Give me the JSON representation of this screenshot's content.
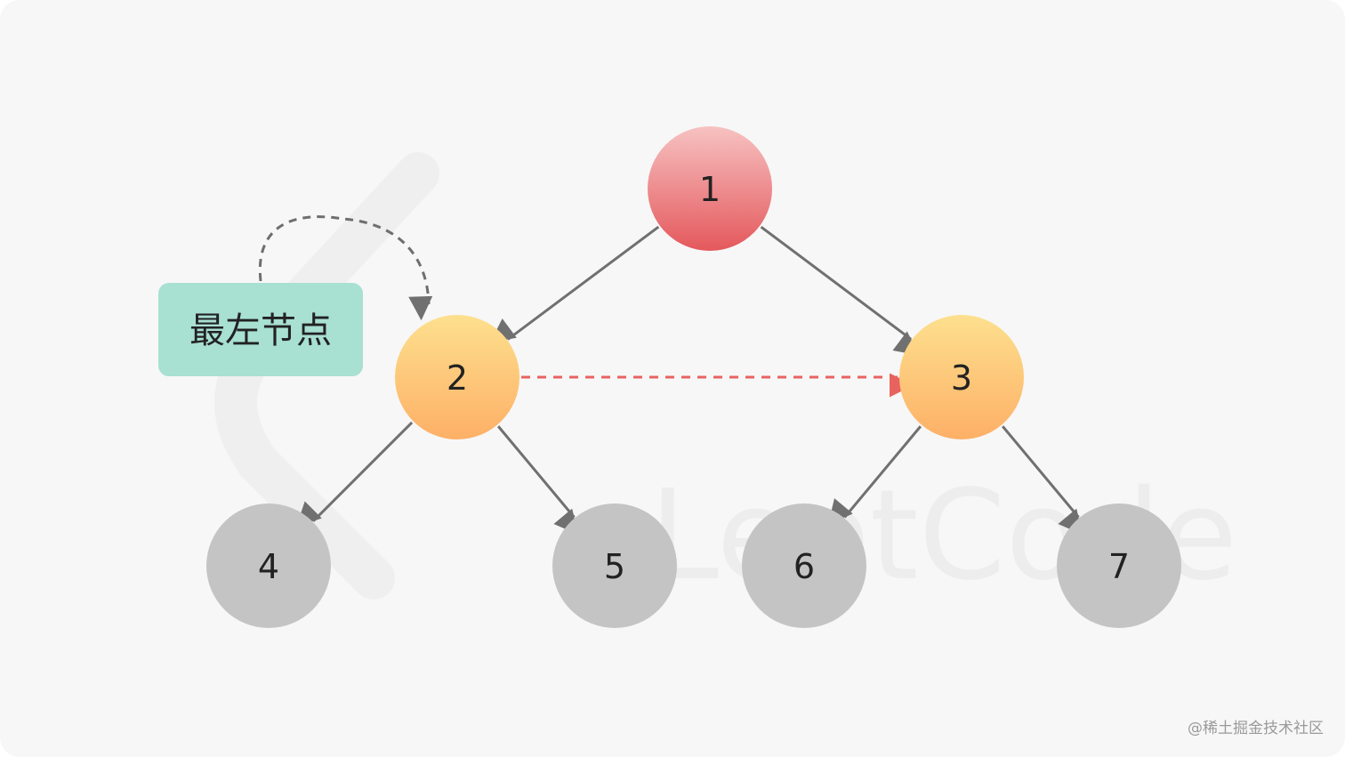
{
  "diagram": {
    "nodes": [
      {
        "id": "n1",
        "label": "1",
        "level": "root"
      },
      {
        "id": "n2",
        "label": "2",
        "level": "middle"
      },
      {
        "id": "n3",
        "label": "3",
        "level": "middle"
      },
      {
        "id": "n4",
        "label": "4",
        "level": "leaf"
      },
      {
        "id": "n5",
        "label": "5",
        "level": "leaf"
      },
      {
        "id": "n6",
        "label": "6",
        "level": "leaf"
      },
      {
        "id": "n7",
        "label": "7",
        "level": "leaf"
      }
    ],
    "edges": [
      {
        "from": "n1",
        "to": "n2"
      },
      {
        "from": "n1",
        "to": "n3"
      },
      {
        "from": "n2",
        "to": "n4"
      },
      {
        "from": "n2",
        "to": "n5"
      },
      {
        "from": "n3",
        "to": "n6"
      },
      {
        "from": "n3",
        "to": "n7"
      }
    ],
    "next_pointer": {
      "from": "n2",
      "to": "n3",
      "color": "#e8635f"
    },
    "callout": {
      "text": "最左节点",
      "points_to": "n2",
      "color": "#a8e0d2"
    }
  },
  "colors": {
    "root": "#e86a6e",
    "middle": "#fdb96a",
    "leaf": "#c4c4c4",
    "edge": "#707070"
  },
  "watermark": {
    "text": "LeetCode"
  },
  "footer": {
    "credit": "@稀土掘金技术社区"
  }
}
